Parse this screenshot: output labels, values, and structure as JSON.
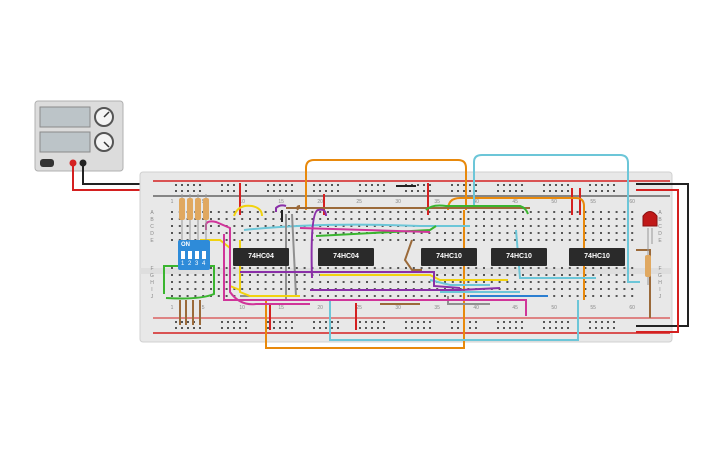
{
  "chips": [
    {
      "part": "74HC04"
    },
    {
      "part": "74HC04"
    },
    {
      "part": "74HC10"
    },
    {
      "part": "74HC10"
    },
    {
      "part": "74HC10"
    }
  ],
  "dip_switch": {
    "label": "ON",
    "positions": [
      "1",
      "2",
      "3",
      "4"
    ]
  },
  "breadboard": {
    "column_numbers": [
      "1",
      "5",
      "10",
      "15",
      "20",
      "25",
      "30",
      "35",
      "40",
      "45",
      "50",
      "55",
      "60"
    ],
    "row_letters_top": [
      "A",
      "B",
      "C",
      "D",
      "E"
    ],
    "row_letters_bottom": [
      "F",
      "G",
      "H",
      "I",
      "J"
    ]
  },
  "power_supply": {
    "name": "bench-power-supply"
  },
  "colors": {
    "board": "#e8e8e8",
    "red_wire": "#d42020",
    "black_wire": "#222222",
    "orange_wire": "#e8890c",
    "cyan_wire": "#6cc6d8",
    "purple_wire": "#8a2fa8",
    "magenta_wire": "#d0359a",
    "green_wire": "#3ab52f",
    "yellow_wire": "#f1d20f",
    "brown_wire": "#9b6a3a",
    "gray_wire": "#909090",
    "blue_wire": "#2c7fd1",
    "chip": "#2a2a2a",
    "dip_switch": "#2e8bd9",
    "led": "#c01818"
  }
}
